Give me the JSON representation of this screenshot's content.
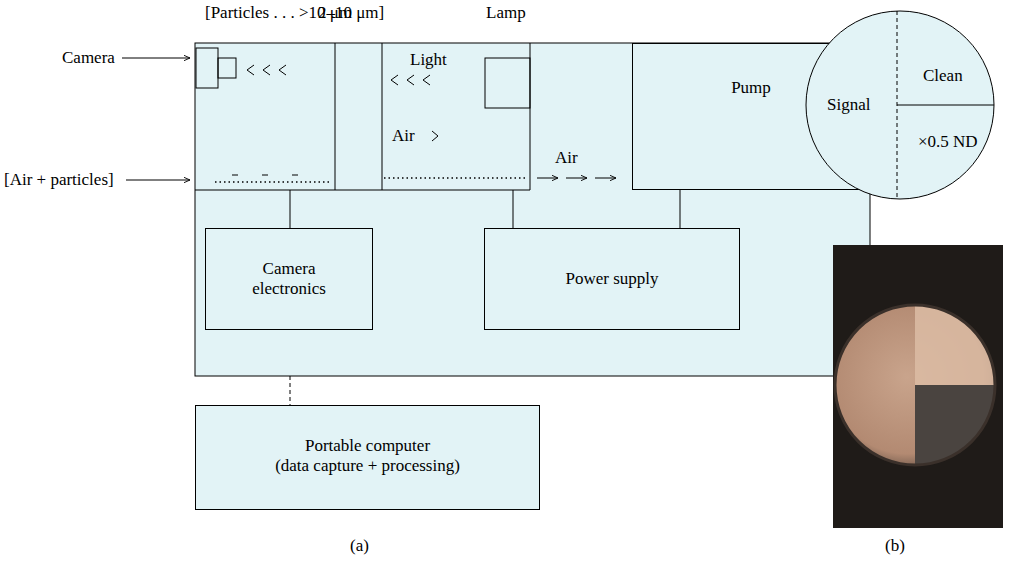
{
  "diagram": {
    "nodes": [
      {
        "text": [
          "Pump"
        ]
      },
      {
        "text": [
          "Camera electronics"
        ]
      },
      {
        "text": [
          "Power supply"
        ]
      },
      {
        "text": [
          "Portable computer",
          "(data capture + processing)"
        ]
      },
      {
        "text": [
          "Signal",
          "Clean",
          "×0.5 ND"
        ]
      }
    ],
    "edges": [
      {
        "from": 0,
        "to": 2,
        "arrow": "none"
      }
    ],
    "labels": [
      "[Particles . . . >10 μm",
      "2–10 μm]",
      "Lamp",
      "Camera",
      "[Air + particles]",
      "Light",
      "Air",
      "Air",
      "(a)",
      "(b)"
    ]
  }
}
